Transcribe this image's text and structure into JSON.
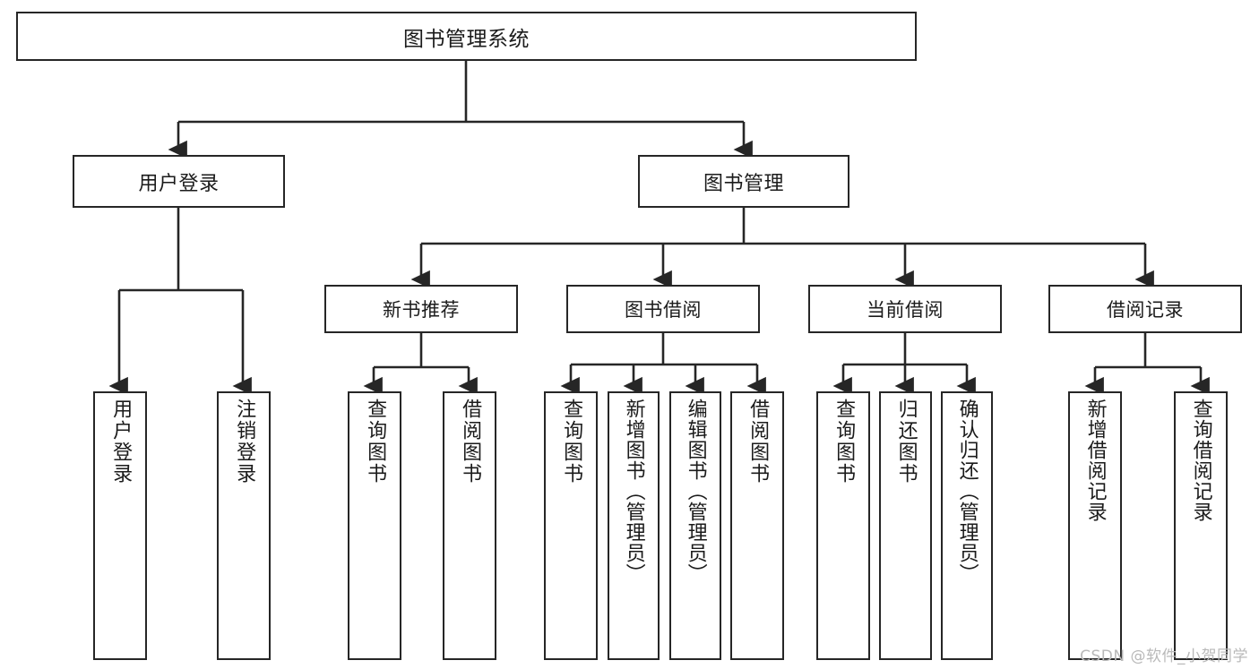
{
  "diagram": {
    "title": "图书管理系统",
    "type": "tree-hierarchy",
    "root": {
      "label": "图书管理系统"
    },
    "level2": [
      {
        "label": "用户登录"
      },
      {
        "label": "图书管理"
      }
    ],
    "level3": [
      {
        "label": "新书推荐"
      },
      {
        "label": "图书借阅"
      },
      {
        "label": "当前借阅"
      },
      {
        "label": "借阅记录"
      }
    ],
    "leaves": {
      "user_login": [
        {
          "label": "用户登录"
        },
        {
          "label": "注销登录"
        }
      ],
      "new_book_recommend": [
        {
          "label": "查询图书"
        },
        {
          "label": "借阅图书"
        }
      ],
      "book_borrow": [
        {
          "label": "查询图书"
        },
        {
          "label": "新增图书（管理员）"
        },
        {
          "label": "编辑图书（管理员）"
        },
        {
          "label": "借阅图书"
        }
      ],
      "current_borrow": [
        {
          "label": "查询图书"
        },
        {
          "label": "归还图书"
        },
        {
          "label": "确认归还（管理员）"
        }
      ],
      "borrow_records": [
        {
          "label": "新增借阅记录"
        },
        {
          "label": "查询借阅记录"
        }
      ]
    }
  },
  "watermark": {
    "text": "CSDN @软件_小贺同学"
  },
  "colors": {
    "stroke": "#262626",
    "fill": "#ffffff",
    "text": "#1b1b1b",
    "watermark": "#b9b9b9"
  }
}
